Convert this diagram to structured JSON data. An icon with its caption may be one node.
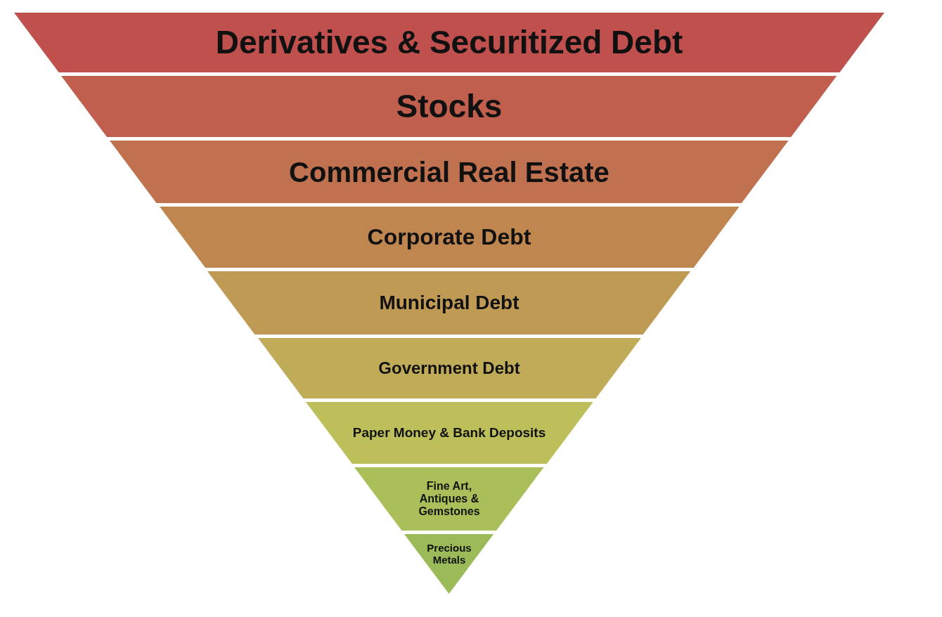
{
  "diagram": {
    "nodes": [
      {
        "text": [
          "Derivatives & Securitized Debt"
        ]
      },
      {
        "text": [
          "Stocks"
        ]
      },
      {
        "text": [
          "Commercial Real Estate"
        ]
      },
      {
        "text": [
          "Corporate Debt"
        ]
      },
      {
        "text": [
          "Municipal Debt"
        ]
      },
      {
        "text": [
          "Government Debt"
        ]
      },
      {
        "text": [
          "Paper Money & Bank Deposits"
        ]
      },
      {
        "text": [
          "Fine Art, Antiques & Gemstones"
        ]
      },
      {
        "text": [
          "Precious Metals"
        ]
      }
    ]
  }
}
